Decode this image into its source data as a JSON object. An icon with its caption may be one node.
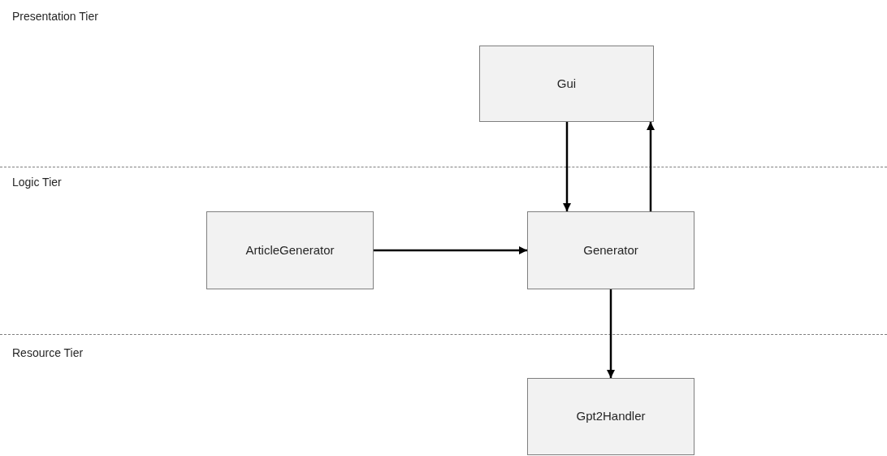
{
  "diagram": {
    "nodes": [
      {
        "text": [
          "Gui"
        ]
      },
      {
        "text": [
          "ArticleGenerator"
        ]
      },
      {
        "text": [
          "Generator"
        ]
      },
      {
        "text": [
          "Gpt2Handler"
        ]
      }
    ],
    "edges": [
      {
        "from": 0,
        "to": 2,
        "arrow": "to"
      },
      {
        "from": 2,
        "to": 0,
        "arrow": "to"
      },
      {
        "from": 1,
        "to": 2,
        "arrow": "to"
      },
      {
        "from": 2,
        "to": 3,
        "arrow": "to"
      }
    ],
    "labels": [
      "Presentation Tier",
      "Logic Tier",
      "Resource Tier"
    ]
  }
}
